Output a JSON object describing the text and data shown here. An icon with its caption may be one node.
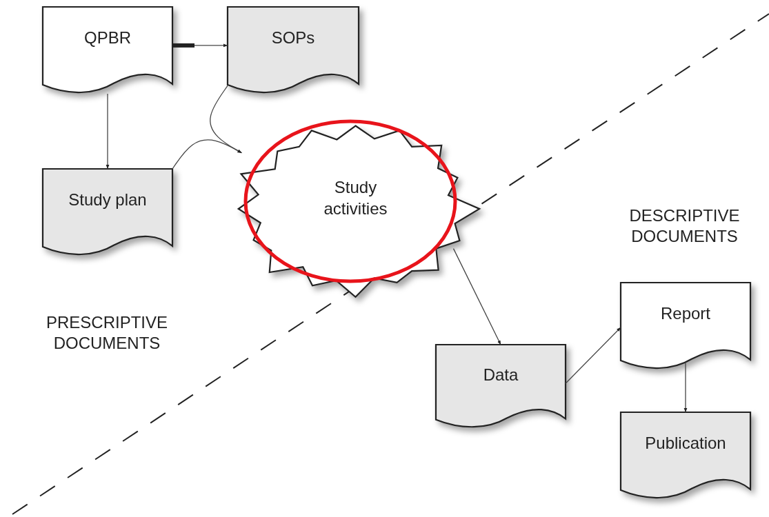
{
  "diagram": {
    "nodes": [
      {
        "text": [
          "QPBR"
        ]
      },
      {
        "text": [
          "SOPs"
        ]
      },
      {
        "text": [
          "Study plan"
        ]
      },
      {
        "text": [
          "Study activities"
        ]
      },
      {
        "text": [
          "Data"
        ]
      },
      {
        "text": [
          "Report"
        ]
      },
      {
        "text": [
          "Publication"
        ]
      }
    ],
    "edges": [
      {
        "from": 0,
        "to": 1,
        "arrow": "to"
      },
      {
        "from": 0,
        "to": 2,
        "arrow": "to"
      },
      {
        "from": 1,
        "to": 3,
        "arrow": "to"
      },
      {
        "from": 2,
        "to": 3,
        "arrow": "to"
      },
      {
        "from": 3,
        "to": 4,
        "arrow": "to"
      },
      {
        "from": 4,
        "to": 5,
        "arrow": "to"
      },
      {
        "from": 5,
        "to": 6,
        "arrow": "to"
      }
    ],
    "labels": [
      "DESCRIPTIVE DOCUMENTS",
      "PRESCRIPTIVE DOCUMENTS"
    ]
  }
}
